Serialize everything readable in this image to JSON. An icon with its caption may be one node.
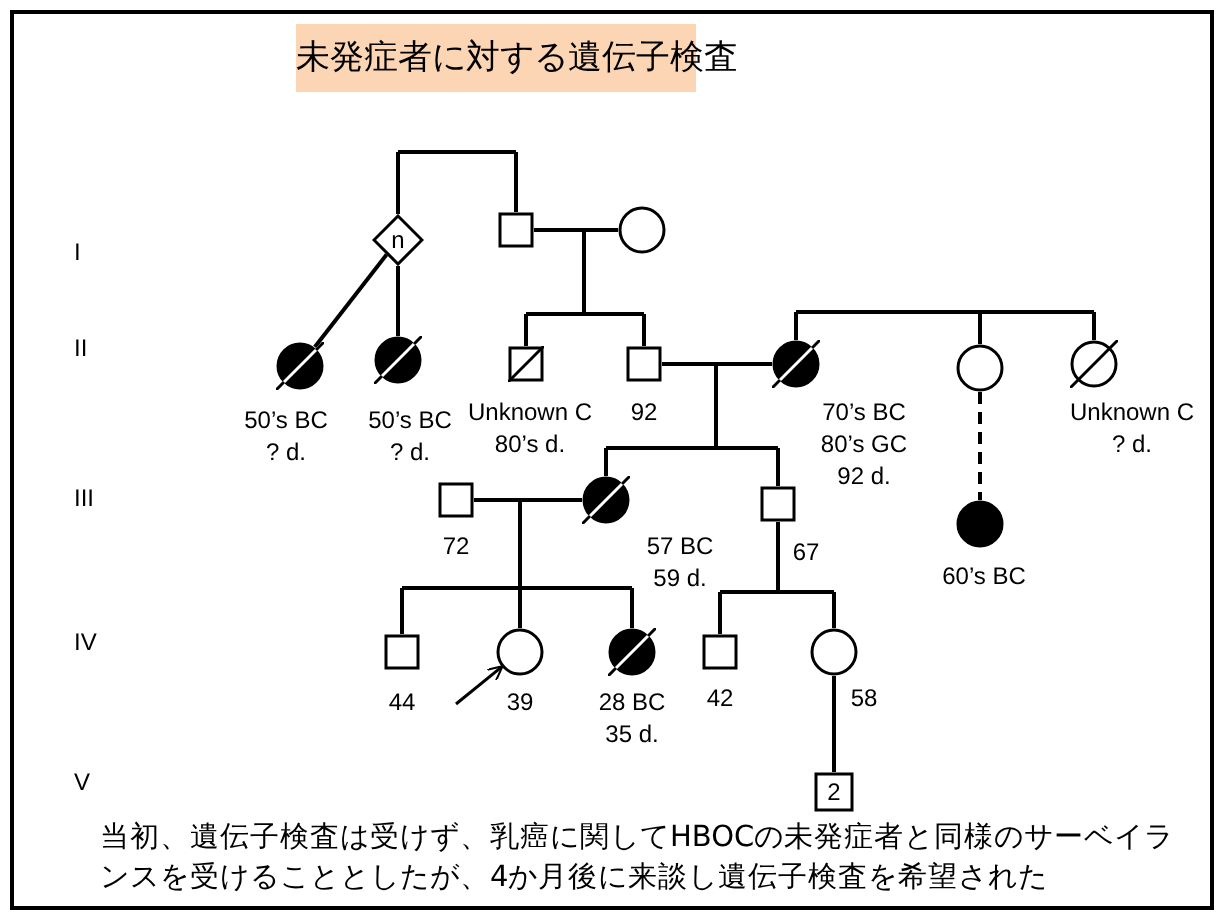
{
  "diagram": {
    "title": "未発症者に対する遺伝子検査",
    "caption": "当初、遺伝子検査は受けず、乳癌に関してHBOCの未発症者と同様のサーベイランスを受けることとしたが、4か月後に来談し遺伝子検査を希望された",
    "nodes": [
      {
        "text": [
          "n"
        ]
      },
      {
        "text": [],
        "shape": "box"
      },
      {
        "text": [],
        "shape": "circle"
      },
      {
        "text": [],
        "shape": "circle",
        "beside": [
          "50’s BC ? d."
        ]
      },
      {
        "text": [],
        "shape": "circle",
        "beside": [
          "50’s BC ? d."
        ]
      },
      {
        "text": [],
        "shape": "box",
        "beside": [
          "Unknown C 80’s d."
        ]
      },
      {
        "text": [],
        "shape": "box",
        "beside": [
          "92"
        ]
      },
      {
        "text": [],
        "shape": "circle",
        "beside": [
          "70’s BC 80’s GC 92 d."
        ]
      },
      {
        "text": [],
        "shape": "circle"
      },
      {
        "text": [],
        "shape": "circle",
        "beside": [
          "Unknown C ? d."
        ]
      },
      {
        "text": [],
        "shape": "box",
        "beside": [
          "72"
        ]
      },
      {
        "text": [],
        "shape": "circle",
        "beside": [
          "57 BC 59 d."
        ]
      },
      {
        "text": [],
        "shape": "box",
        "beside": [
          "67"
        ]
      },
      {
        "text": [],
        "shape": "circle",
        "beside": [
          "60’s BC"
        ]
      },
      {
        "text": [],
        "shape": "box",
        "beside": [
          "44"
        ]
      },
      {
        "text": [],
        "shape": "circle",
        "beside": [
          "39"
        ]
      },
      {
        "text": [],
        "shape": "circle",
        "beside": [
          "28 BC 35 d."
        ]
      },
      {
        "text": [],
        "shape": "box",
        "beside": [
          "42"
        ]
      },
      {
        "text": [],
        "shape": "circle",
        "beside": [
          "58"
        ]
      },
      {
        "text": [
          "2"
        ]
      }
    ],
    "edges": [
      {
        "from": 0,
        "to": 1,
        "arrow": "none"
      },
      {
        "from": 0,
        "to": 3,
        "arrow": "none"
      },
      {
        "from": 0,
        "to": 4,
        "arrow": "none"
      },
      {
        "from": 1,
        "to": 2,
        "arrow": "none"
      },
      {
        "from": 1,
        "to": 5,
        "arrow": "none"
      },
      {
        "from": 1,
        "to": 6,
        "arrow": "none"
      },
      {
        "from": 2,
        "to": 5,
        "arrow": "none"
      },
      {
        "from": 2,
        "to": 6,
        "arrow": "none"
      },
      {
        "from": 7,
        "to": 8,
        "arrow": "none"
      },
      {
        "from": 8,
        "to": 9,
        "arrow": "none"
      },
      {
        "from": 8,
        "to": 13,
        "arrow": "none",
        "style": "dashed"
      },
      {
        "from": 6,
        "to": 7,
        "arrow": "none"
      },
      {
        "from": 6,
        "to": 11,
        "arrow": "none"
      },
      {
        "from": 6,
        "to": 12,
        "arrow": "none"
      },
      {
        "from": 7,
        "to": 11,
        "arrow": "none"
      },
      {
        "from": 7,
        "to": 12,
        "arrow": "none"
      },
      {
        "from": 10,
        "to": 11,
        "arrow": "none"
      },
      {
        "from": 10,
        "to": 14,
        "arrow": "none"
      },
      {
        "from": 10,
        "to": 15,
        "arrow": "none"
      },
      {
        "from": 10,
        "to": 16,
        "arrow": "none"
      },
      {
        "from": 11,
        "to": 14,
        "arrow": "none"
      },
      {
        "from": 11,
        "to": 15,
        "arrow": "none"
      },
      {
        "from": 11,
        "to": 16,
        "arrow": "none"
      },
      {
        "from": 12,
        "to": 17,
        "arrow": "none"
      },
      {
        "from": 12,
        "to": 18,
        "arrow": "none"
      },
      {
        "from": 18,
        "to": 19,
        "arrow": "none"
      },
      {
        "from": null,
        "to": 15,
        "arrow": "to"
      }
    ],
    "labels": [
      "I",
      "II",
      "III",
      "IV",
      "V"
    ]
  }
}
